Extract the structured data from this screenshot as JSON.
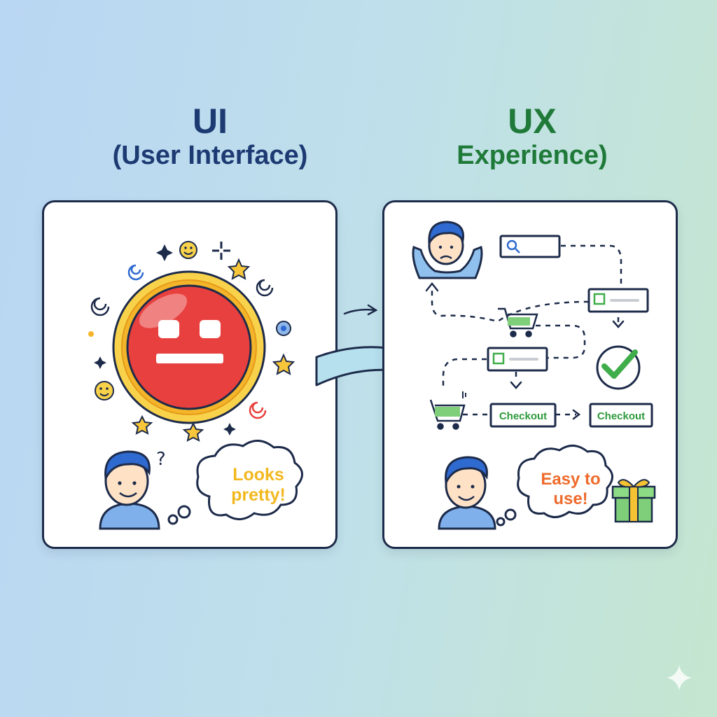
{
  "ui": {
    "title": "UI",
    "subtitle": "(User Interface)",
    "speech": [
      "Looks",
      "pretty!"
    ]
  },
  "ux": {
    "title": "UX",
    "subtitle": "Experience)",
    "checkout_label": "Checkout",
    "checkout_label_right": "Checkout",
    "speech": [
      "Easy to",
      "use!"
    ]
  },
  "colors": {
    "ui_heading": "#1d3a73",
    "ux_heading": "#1f7a3a",
    "button_red": "#e8403e",
    "ring_yellow": "#f4c232",
    "speech_ui": "#f2b81f",
    "speech_ux": "#ee6b2b",
    "check_green": "#3fae4a"
  }
}
